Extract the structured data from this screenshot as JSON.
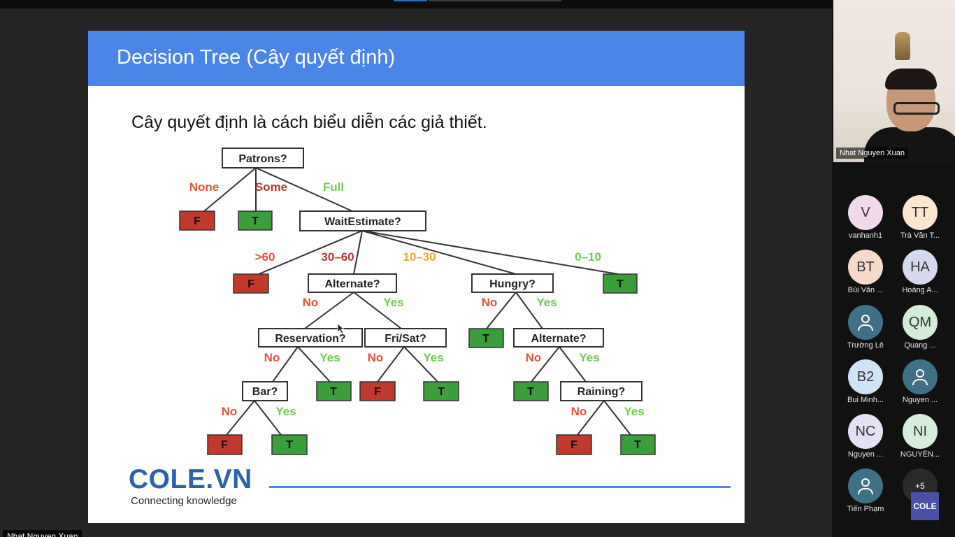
{
  "slide": {
    "title": "Decision Tree (Cây quyết định)",
    "subtitle": "Cây quyết định là cách biểu diễn các giả thiết."
  },
  "tree": {
    "nodes": [
      "Patrons?",
      "WaitEstimate?",
      "Alternate?",
      "Hungry?",
      "Reservation?",
      "Fri/Sat?",
      "Alternate?",
      "Bar?",
      "Raining?"
    ],
    "leaves": [
      "F",
      "T",
      "F",
      "T",
      "T",
      "T",
      "F",
      "T",
      "T",
      "F",
      "T",
      "F",
      "T"
    ],
    "edge_labels": [
      "None",
      "Some",
      "Full",
      ">60",
      "30–60",
      "10–30",
      "0–10",
      "No",
      "Yes",
      "No",
      "Yes",
      "No",
      "Yes",
      "No",
      "Yes",
      "No",
      "Yes",
      "No",
      "Yes",
      "No",
      "Yes"
    ],
    "colors": {
      "false_leaf": "#c0392b",
      "true_leaf": "#3a9e3a",
      "no_label": "#e5533d",
      "yes_label": "#6ccd4e",
      "amber_label": "#f0a830",
      "dark_red_label": "#b03a2e"
    }
  },
  "logo": {
    "text": "COLE.VN",
    "tagline": "Connecting knowledge"
  },
  "presenter": {
    "name": "Nhat Nguyen Xuan"
  },
  "camera": {
    "label": "Nhat Nguyen Xuan"
  },
  "participants": [
    {
      "initials": "V",
      "name": "vanhanh1",
      "bg": "#f2d9ea"
    },
    {
      "initials": "TT",
      "name": "Trà Văn T...",
      "bg": "#fbe6cf"
    },
    {
      "initials": "BT",
      "name": "Bùi Văn ...",
      "bg": "#f7d9cc"
    },
    {
      "initials": "HA",
      "name": "Hoàng A...",
      "bg": "#d6d8ee"
    },
    {
      "initials": "",
      "name": "Trường Lê",
      "bg": "#3e7088"
    },
    {
      "initials": "QM",
      "name": "Quang ...",
      "bg": "#d3ecd8"
    },
    {
      "initials": "B2",
      "name": "Bui Minh...",
      "bg": "#cfe2f6"
    },
    {
      "initials": "",
      "name": "Nguyen ...",
      "bg": "#3e7088"
    },
    {
      "initials": "NC",
      "name": "Nguyen ...",
      "bg": "#e3e1f4"
    },
    {
      "initials": "NI",
      "name": "NGUYÊN...",
      "bg": "#d6ecdc"
    },
    {
      "initials": "",
      "name": "Tiến Phạm",
      "bg": "#3e7088"
    }
  ],
  "more": {
    "label": "+5"
  },
  "badge": {
    "label": "COLE"
  }
}
